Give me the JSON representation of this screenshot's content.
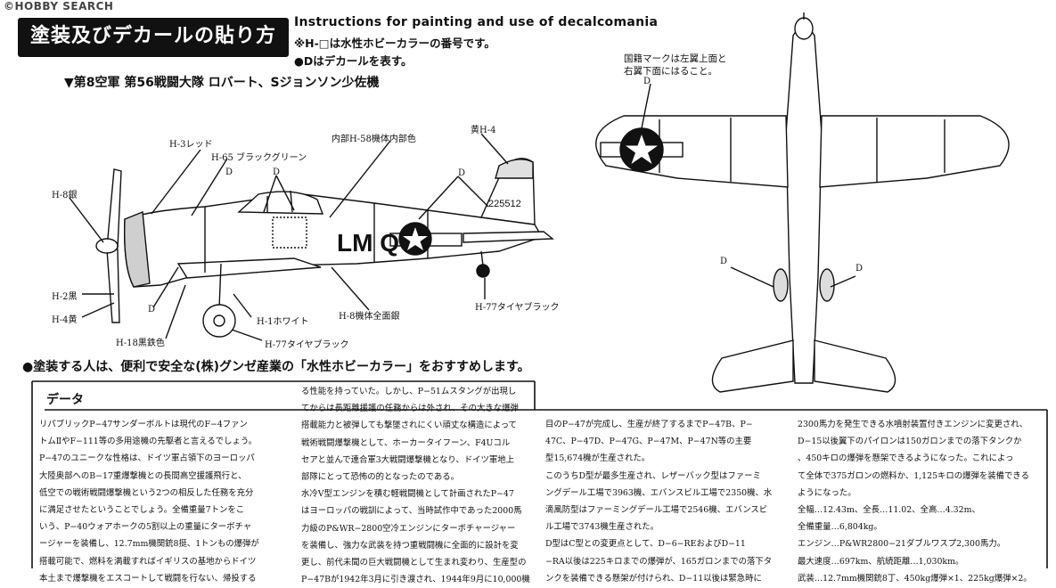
{
  "watermark": "©HOBBY SEARCH",
  "header": {
    "title_ja": "塗装及びデカールの貼り方",
    "title_en": "Instructions for painting and use of decalcomania",
    "note1": "※H-□は水性ホビーカラーの番号です。",
    "note2": "●Dはデカールを表す。"
  },
  "subtitle": "▼第8空軍 第56戦闘大隊 ロバート、Sジョンソン少佐機",
  "side_view": {
    "codes": "LM  Q",
    "serial": "225512",
    "labels": {
      "h3": "H-3レッド",
      "h65": "H-65 ブラックグリーン",
      "h58": "内部H-58機体内部色",
      "h4_yellow_top": "黄H-4",
      "d1": "D",
      "d2": "D",
      "d3": "D",
      "d4": "D",
      "h8_silver": "H-8銀",
      "h2": "H-2黒",
      "h4": "H-4黄",
      "h18": "H-18黒鉄色",
      "h1": "H-1ホワイト",
      "h77a": "H-77タイヤブラック",
      "h8_body": "H-8機体全面銀",
      "h77b": "H-77タイヤブラック"
    }
  },
  "top_view": {
    "note_line1": "国籍マークは左翼上面と",
    "note_line2": "右翼下面にはること。",
    "d_top": "D",
    "d_left": "D",
    "d_right": "D"
  },
  "recommend": "●塗装する人は、便利で安全な(株)グンゼ産業の「水性ホビーカラー」をおすすめします。",
  "data_section": {
    "heading": "データ",
    "col1": [
      "リパブリックP−47サンダーボルトは現代のF−4ファン",
      "トムⅡやF−111等の多用途機の先駆者と言えるでしょう。",
      "P−47のユニークな性格は、ドイツ軍占領下のヨーロッパ",
      "大陸奥部へのB−17重爆撃機との長間高空援護飛行と、",
      "低空での戦術戦闘爆撃機という2つの相反した任務を充分",
      "に満足させたということでしょう。全備重量7トンをこ",
      "いう、P−40ウォアホークの5割以上の重量にターボチャ",
      "ージャーを装備し、12.7mm機関銃8挺、1トンもの爆弾が",
      "搭載可能で、燃料を満載すればイギリスの基地からドイツ",
      "本土まで爆撃機をエスコートして戦闘を行ない、帰投する"
    ],
    "col2": [
      "る性能を持っていた。しかし、P−51ムスタングが出現し",
      "てからは長距離援護の任務からは外され、その大きな爆弾",
      "搭載能力と被弾しても撃墜されにくい頑丈な構造によって",
      "戦術戦闘爆撃機として、ホーカータイフーン、F4Uコル",
      "セアと並んで連合軍3大戦闘爆撃機となり、ドイツ軍地上",
      "部隊にとって恐怖の的となったのである。",
      "水冷V型エンジンを積む軽戦闘機として計画されたP−47",
      "はヨーロッパの戦訓によって、当時試作中であった2000馬",
      "力級のP&WR−2800空冷エンジンにターボチャージャー",
      "を装備し、強力な武装を持つ重戦闘機に全面的に設計を変",
      "更し、前代未聞の巨大戦闘機として生まれ変わり、生産型の",
      "P−47Bが1942年3月に引き渡され、1944年9月に10,000機"
    ],
    "col3": [
      "目のP−47が完成し、生産が終了するまでP−47B、P−",
      "47C、P−47D、P−47G、P−47M、P−47N等の主要",
      "型15,674機が生産された。",
      "このうちD型が最多生産され、レザーバック型はファーミ",
      "ングデール工場で3963機、エバンスビル工場で2350機、水",
      "滴風防型はファーミングデール工場で2546機、エバンスビ",
      "ル工場で3743機生産された。",
      "D型はC型との変更点として、D−6−REおよびD−11",
      "−RA以後は225キロまでの爆弾が、165ガロンまでの落下タ",
      "ンクを装備できる懸架が付けられ、D−11以後は緊急時に"
    ],
    "col4": [
      "2300馬力を発生できる水噴射装置付きエンジンに変更され、",
      "D−15以後翼下のパイロンは150ガロンまでの落下タンクか",
      "、450キロの爆弾を懸架できるようになった。これによっ",
      "て全体で375ガロンの燃料か、1,125キロの爆弾を装備できる",
      "ようになった。",
      "全幅…12.43m、全長…11.02、全高…4.32m、",
      "全備重量…6,804kg。",
      "エンジン…P&WR2800−21ダブルワスプ2,300馬力。",
      "最大速度…697km、航続距離…1,030km。",
      "武装…12.7mm機関銃8丁、450kg爆弾×1、225kg爆弾×2。"
    ]
  },
  "colors": {
    "ink": "#111111",
    "paper": "#ffffff",
    "gray": "#c8c8c8"
  }
}
